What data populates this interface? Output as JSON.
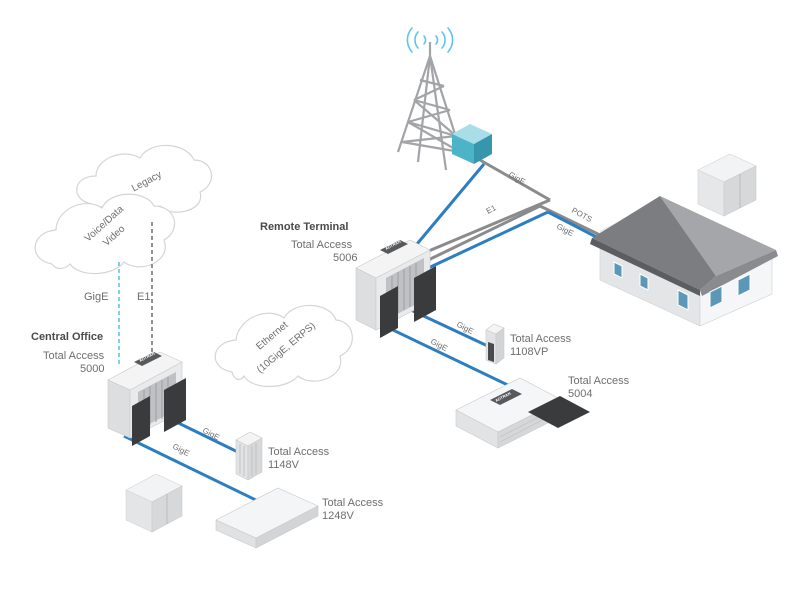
{
  "colors": {
    "gige_link": "#2b7ec1",
    "copper_link": "#8a8b8d",
    "dashed_gige": "#5bc6e8",
    "dashed_e1": "#777777",
    "cabinet": "#4db3c7"
  },
  "clouds": {
    "legacy": "Legacy",
    "voice_data_line1": "Voice/Data",
    "voice_data_line2": "Video",
    "ethernet_line1": "Ethernet",
    "ethernet_line2": "(10GigE, ERPS)"
  },
  "central_office": {
    "title": "Central Office",
    "product_line1": "Total Access",
    "product_line2": "5000",
    "link_gige": "GigE",
    "link_e1": "E1"
  },
  "remote_terminal": {
    "title": "Remote Terminal",
    "product_line1": "Total Access",
    "product_line2": "5006"
  },
  "links": {
    "tower_gige": "GigE",
    "tower_e1": "E1",
    "house_pots": "POTS",
    "house_gige": "GigE",
    "rt_1108_gige": "GigE",
    "rt_5004_gige": "GigE",
    "co_1148_gige": "GigE",
    "co_1248_gige": "GigE"
  },
  "devices": {
    "ta1108vp_line1": "Total Access",
    "ta1108vp_line2": "1108VP",
    "ta5004_line1": "Total Access",
    "ta5004_line2": "5004",
    "ta1148v_line1": "Total Access",
    "ta1148v_line2": "1148V",
    "ta1248v_line1": "Total Access",
    "ta1248v_line2": "1248V",
    "brand": "ADTRAN"
  },
  "icons": [
    "cell-tower-icon",
    "wifi-signal-icon",
    "house-icon",
    "cabinet-icon",
    "cloud-icon",
    "chassis-icon"
  ]
}
